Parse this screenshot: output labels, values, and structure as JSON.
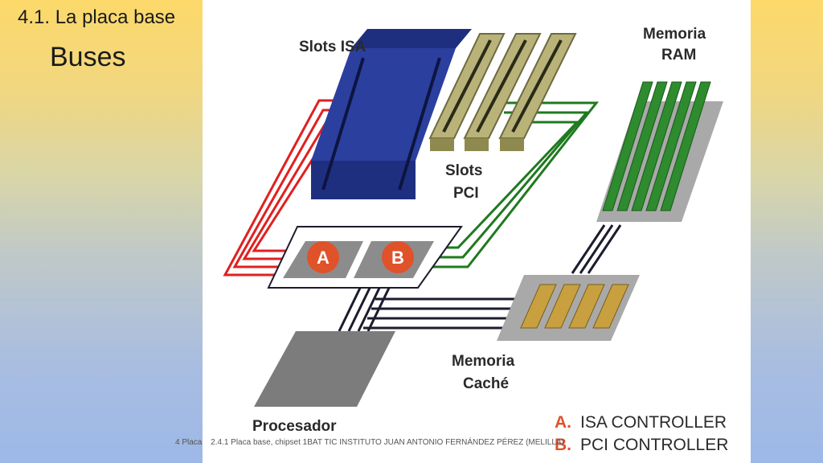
{
  "slide": {
    "title": "4.1. La placa base",
    "subtitle": "Buses"
  },
  "diagram": {
    "labels": {
      "isa_slots": "Slots ISA",
      "ram_line1": "Memoria",
      "ram_line2": "RAM",
      "pci_line1": "Slots",
      "pci_line2": "PCI",
      "cache_line1": "Memoria",
      "cache_line2": "Caché",
      "processor": "Procesador",
      "controller_a": "A",
      "controller_b": "B"
    },
    "legend": [
      {
        "letter": "A.",
        "text": "ISA CONTROLLER"
      },
      {
        "letter": "B.",
        "text": "PCI CONTROLLER"
      }
    ],
    "colors": {
      "isa_bus": "#e02020",
      "pci_bus": "#1f7a1f",
      "cpu_bus": "#1c1c2e",
      "isa_slot": "#2b3f9e",
      "pci_slot": "#b9b37a",
      "ram_module": "#2e8b2e",
      "cache_chip": "#c8a040",
      "controller": "#e0522a",
      "legend_letter": "#e0522a"
    }
  },
  "footer": {
    "left": "4 Placa",
    "center": "2.4.1 Placa base, chipset 1BAT TIC INSTITUTO JUAN ANTONIO FERNÁNDEZ PÉREZ (MELILLA)"
  }
}
